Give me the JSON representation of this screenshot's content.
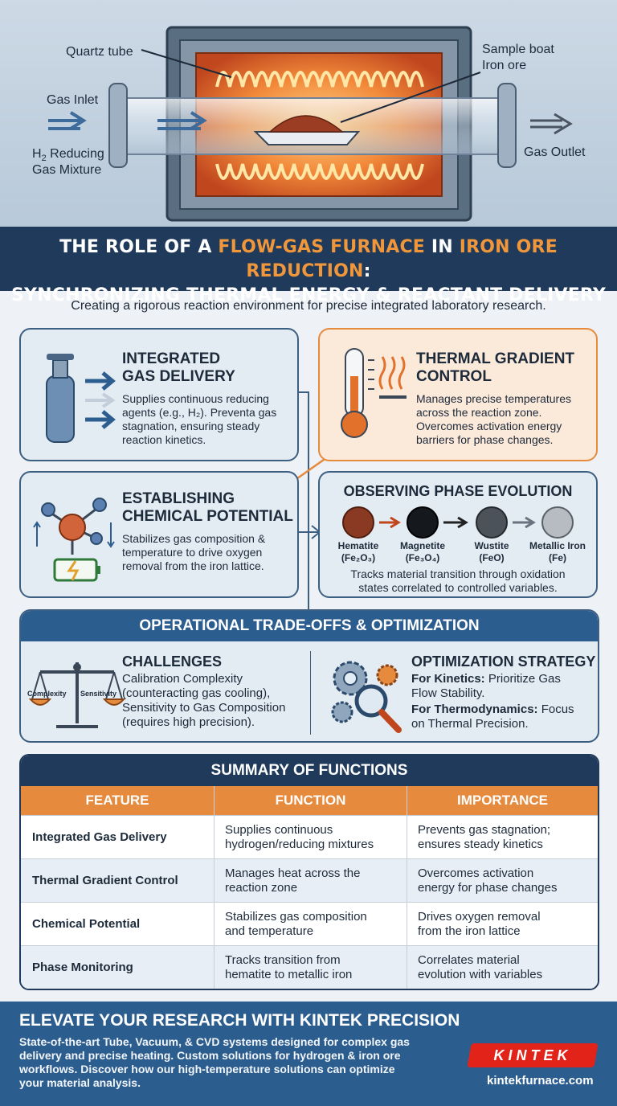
{
  "hero": {
    "quartz_tube": "Quartz tube",
    "sample_boat": "Sample boat",
    "iron_ore": "Iron ore",
    "gas_inlet": "Gas Inlet",
    "reducing_h2": "H",
    "reducing_sub": "2",
    "reducing_rest": " Reducing",
    "gas_mixture": "Gas Mixture",
    "gas_outlet": "Gas Outlet"
  },
  "title": {
    "line1_a": "THE ROLE OF A ",
    "line1_hl1": "FLOW-GAS FURNACE",
    "line1_b": " IN ",
    "line1_hl2": "IRON ORE REDUCTION",
    "line1_c": ":",
    "line2": "SYNCHRONIZING THERMAL ENERGY & REACTANT DELIVERY"
  },
  "subtitle": "Creating a rigorous reaction environment for precise integrated laboratory research.",
  "cards": {
    "gas_delivery": {
      "title1": "INTEGRATED",
      "title2": "GAS DELIVERY",
      "text1": "Supplies continuous reducing",
      "text2": "agents (e.g., H₂). Preventa gas",
      "text3": "stagnation, ensuring steady",
      "text4": "reaction kinetics."
    },
    "thermal": {
      "title1": "THERMAL GRADIENT",
      "title2": "CONTROL",
      "text1": "Manages precise temperatures",
      "text2": "across the reaction zone.",
      "text3": "Overcomes activation energy",
      "text4": "barriers for phase changes."
    },
    "chemical": {
      "title1": "ESTABLISHING",
      "title2": "CHEMICAL POTENTIAL",
      "text1": "Stabilizes gas composition &",
      "text2": "temperature to drive oxygen",
      "text3": "removal from the iron lattice."
    },
    "phase": {
      "title": "OBSERVING PHASE EVOLUTION",
      "phases": [
        {
          "name": "Hematite",
          "formula": "(Fe₂O₃)",
          "color": "#8a3a22"
        },
        {
          "name": "Magnetite",
          "formula": "(Fe₃O₄)",
          "color": "#15181d"
        },
        {
          "name": "Wustite",
          "formula": "(FeO)",
          "color": "#4b525a"
        },
        {
          "name": "Metallic Iron",
          "formula": "(Fe)",
          "color": "#b7bcc2"
        }
      ],
      "text1": "Tracks material transition through oxidation",
      "text2": "states correlated to controlled variables."
    }
  },
  "ops": {
    "title": "OPERATIONAL TRADE-OFFS & OPTIMIZATION",
    "challenges_title": "CHALLENGES",
    "challenges_1": "Calibration Complexity",
    "challenges_2": "(counteracting gas cooling),",
    "challenges_3": "Sensitivity to Gas Composition",
    "challenges_4": "(requires high precision).",
    "scale_left": "Complexity",
    "scale_right": "Sensitivity",
    "strategy_title": "OPTIMIZATION STRATEGY",
    "strategy_k_label": "For Kinetics:",
    "strategy_k_1": " Prioritize Gas",
    "strategy_k_2": "Flow Stability.",
    "strategy_t_label": "For Thermodynamics:",
    "strategy_t_1": " Focus",
    "strategy_t_2": "on Thermal Precision."
  },
  "summary": {
    "title": "SUMMARY OF FUNCTIONS",
    "columns": [
      "FEATURE",
      "FUNCTION",
      "IMPORTANCE"
    ],
    "rows": [
      {
        "feature": "Integrated Gas Delivery",
        "function_1": "Supplies continuous",
        "function_2": "hydrogen/reducing mixtures",
        "importance_1": "Prevents gas stagnation;",
        "importance_2": "ensures steady kinetics"
      },
      {
        "feature": "Thermal Gradient Control",
        "function_1": "Manages heat across the",
        "function_2": "reaction zone",
        "importance_1": "Overcomes activation",
        "importance_2": "energy for phase changes"
      },
      {
        "feature": "Chemical Potential",
        "function_1": "Stabilizes gas composition",
        "function_2": "and temperature",
        "importance_1": "Drives oxygen removal",
        "importance_2": "from the iron lattice"
      },
      {
        "feature": "Phase Monitoring",
        "function_1": "Tracks transition from",
        "function_2": "hematite to metallic iron",
        "importance_1": "Correlates material",
        "importance_2": "evolution with variables"
      }
    ]
  },
  "footer": {
    "title": "ELEVATE YOUR RESEARCH WITH KINTEK PRECISION",
    "text_1": "State-of-the-art Tube, Vacuum, & CVD systems designed for complex gas",
    "text_2": "delivery and precise heating. Custom solutions for hydrogen & iron ore",
    "text_3": "workflows. Discover how our high-temperature solutions can optimize",
    "text_4": "your material analysis.",
    "brand": "KINTEK",
    "url": "kintekfurnace.com"
  },
  "colors": {
    "navy": "#1f3a5a",
    "blue": "#2c5d8f",
    "orange": "#e68a3e",
    "brand_red": "#e2231a"
  }
}
